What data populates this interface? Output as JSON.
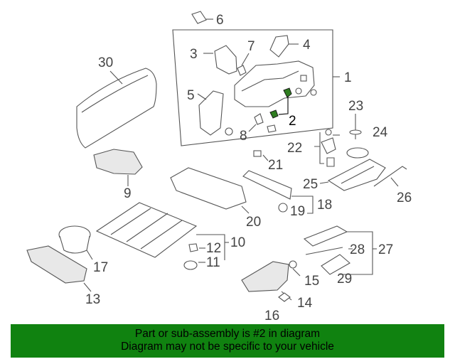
{
  "callouts": [
    "1",
    "2",
    "3",
    "4",
    "5",
    "6",
    "7",
    "8",
    "9",
    "10",
    "11",
    "12",
    "13",
    "14",
    "15",
    "16",
    "17",
    "18",
    "19",
    "20",
    "21",
    "22",
    "23",
    "24",
    "25",
    "26",
    "27",
    "28",
    "29",
    "30"
  ],
  "highlighted_part": "2",
  "highlight_color": "#2e7d1f",
  "footer": {
    "line1": "Part or sub-assembly is #2 in diagram",
    "line2": "Diagram may not be specific to your vehicle",
    "background": "#108210"
  }
}
